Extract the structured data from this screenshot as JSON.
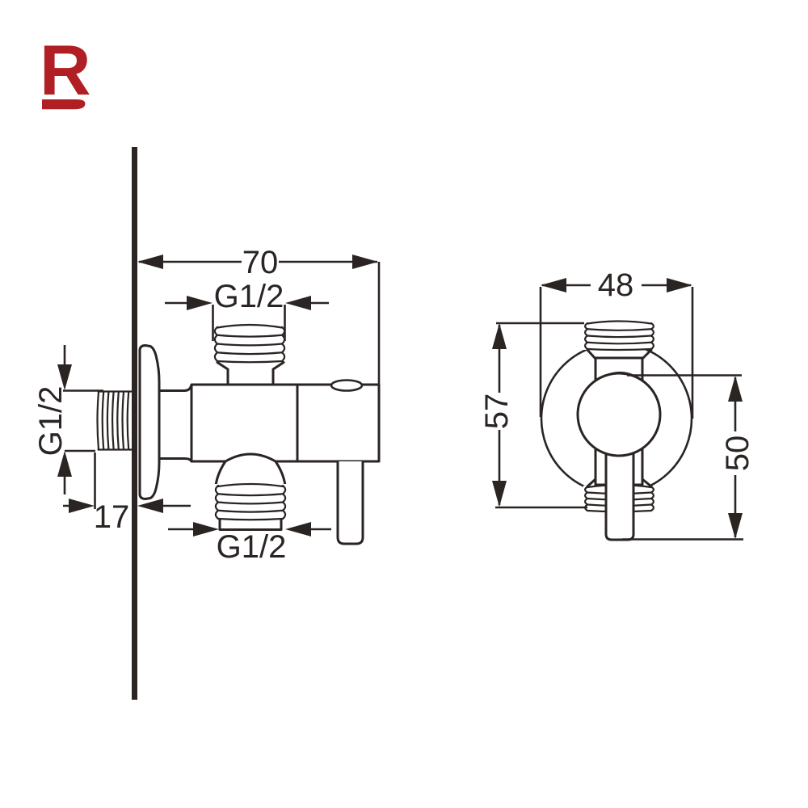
{
  "logo": {
    "text": "R",
    "color": "#b01f24"
  },
  "diagram": {
    "type": "technical-drawing",
    "subject": "angle-valve two views with dimensions",
    "line_color": "#2a2423",
    "side_view": {
      "dims": {
        "overall_width": "70",
        "top_outlet_thread": "G1/2",
        "inlet_thread": "G1/2",
        "wall_to_thread": "17",
        "bottom_outlet_thread": "G1/2"
      }
    },
    "front_view": {
      "dims": {
        "flange_width": "48",
        "thread_span_height": "57",
        "handle_drop_height": "50"
      }
    }
  }
}
